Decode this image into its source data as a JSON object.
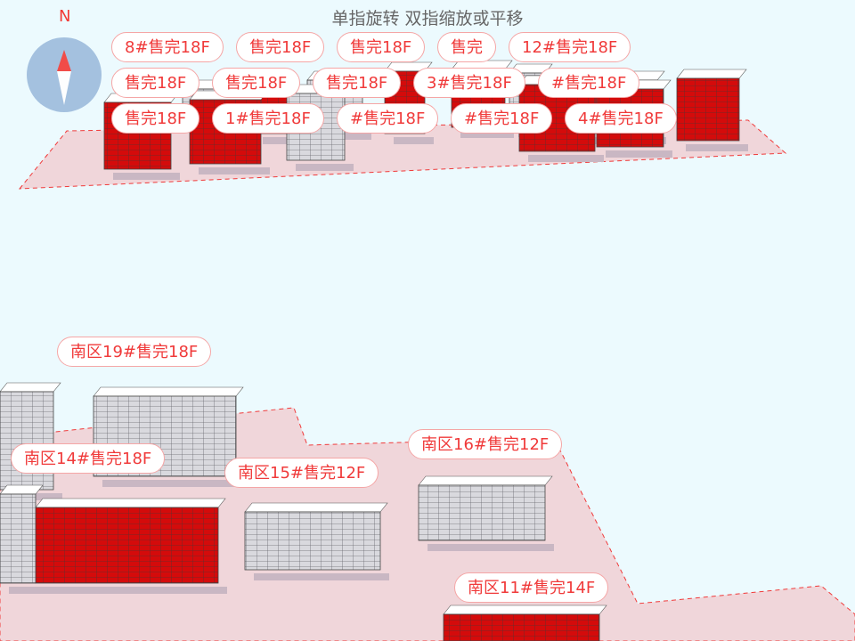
{
  "hint": "单指旋转 双指缩放或平移",
  "compass": {
    "north_label": "N",
    "icon": "compass-icon"
  },
  "colors": {
    "sold": "#d40b0b",
    "unsold": "#d9d9de",
    "label_text": "#f03a3a",
    "ground": "#f0d6da",
    "boundary": "#f03a3a",
    "background": "#ecfafe"
  },
  "north_labels": [
    "售完18F",
    "售完18F",
    "售完",
    "售完18F",
    "售完18F",
    "售完18F",
    "售完18F",
    "8#售完18F",
    "12#售完18F",
    "3#售完18F",
    "#售完18F",
    "1#售完18F",
    "#售完18F",
    "#售完18F",
    "4#售完18F"
  ],
  "south_labels": [
    "南区19#售完18F",
    "南区14#售完18F",
    "南区15#售完12F",
    "南区16#售完12F",
    "南区11#售完14F"
  ]
}
